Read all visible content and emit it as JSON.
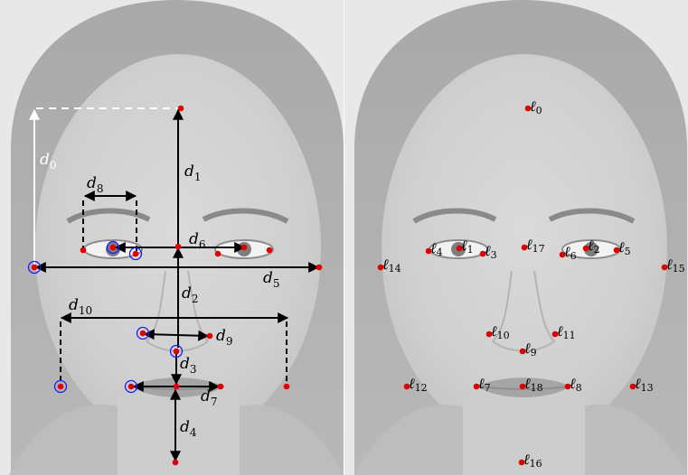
{
  "figure": {
    "left_panel": {
      "distance_labels": [
        {
          "id": "d0",
          "base": "d",
          "sub": "0"
        },
        {
          "id": "d1",
          "base": "d",
          "sub": "1"
        },
        {
          "id": "d2",
          "base": "d",
          "sub": "2"
        },
        {
          "id": "d3",
          "base": "d",
          "sub": "3"
        },
        {
          "id": "d4",
          "base": "d",
          "sub": "4"
        },
        {
          "id": "d5",
          "base": "d",
          "sub": "5"
        },
        {
          "id": "d6",
          "base": "d",
          "sub": "6"
        },
        {
          "id": "d7",
          "base": "d",
          "sub": "7"
        },
        {
          "id": "d8",
          "base": "d",
          "sub": "8"
        },
        {
          "id": "d9",
          "base": "d",
          "sub": "9"
        },
        {
          "id": "d10",
          "base": "d",
          "sub": "10"
        }
      ]
    },
    "right_panel": {
      "landmark_labels": [
        {
          "id": "l0",
          "base": "ℓ",
          "sub": "0"
        },
        {
          "id": "l1",
          "base": "ℓ",
          "sub": "1"
        },
        {
          "id": "l2",
          "base": "ℓ",
          "sub": "2"
        },
        {
          "id": "l3",
          "base": "ℓ",
          "sub": "3"
        },
        {
          "id": "l4",
          "base": "ℓ",
          "sub": "4"
        },
        {
          "id": "l5",
          "base": "ℓ",
          "sub": "5"
        },
        {
          "id": "l6",
          "base": "ℓ",
          "sub": "6"
        },
        {
          "id": "l7",
          "base": "ℓ",
          "sub": "7"
        },
        {
          "id": "l8",
          "base": "ℓ",
          "sub": "8"
        },
        {
          "id": "l9",
          "base": "ℓ",
          "sub": "9"
        },
        {
          "id": "l10",
          "base": "ℓ",
          "sub": "10"
        },
        {
          "id": "l11",
          "base": "ℓ",
          "sub": "11"
        },
        {
          "id": "l12",
          "base": "ℓ",
          "sub": "12"
        },
        {
          "id": "l13",
          "base": "ℓ",
          "sub": "13"
        },
        {
          "id": "l14",
          "base": "ℓ",
          "sub": "14"
        },
        {
          "id": "l15",
          "base": "ℓ",
          "sub": "15"
        },
        {
          "id": "l16",
          "base": "ℓ",
          "sub": "16"
        },
        {
          "id": "l17",
          "base": "ℓ",
          "sub": "17"
        },
        {
          "id": "l18",
          "base": "ℓ",
          "sub": "18"
        }
      ]
    },
    "colors": {
      "landmark_point": "#e00000",
      "highlight_ring": "#1a1aff",
      "measure_line": "#000000",
      "reference_line": "#ffffff",
      "photo_background": "#e6e6e6"
    }
  }
}
